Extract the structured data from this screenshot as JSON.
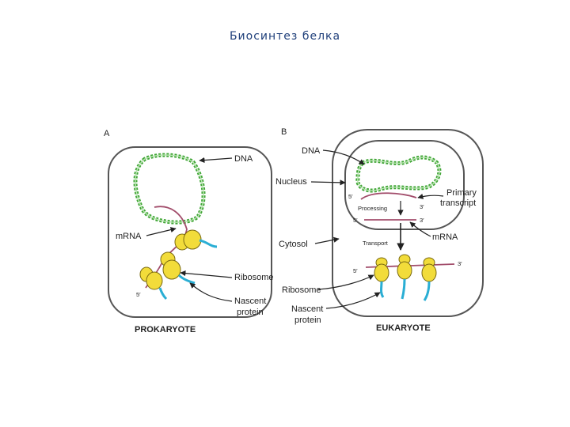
{
  "title": "Биосинтез белка",
  "panels": {
    "a": {
      "letter": "A",
      "caption": "PROKARYOTE",
      "labels": {
        "dna": "DNA",
        "mrna": "mRNA",
        "ribosome": "Ribosome",
        "nascent_protein": [
          "Nascent",
          "protein"
        ],
        "five_prime": "5′"
      }
    },
    "b": {
      "letter": "B",
      "caption": "EUKARYOTE",
      "labels": {
        "dna": "DNA",
        "nucleus": "Nucleus",
        "primary_transcript": [
          "Primary",
          "transcript"
        ],
        "processing": "Processing",
        "mrna": "mRNA",
        "cytosol": "Cytosol",
        "transport": "Transport",
        "ribosome": "Ribosome",
        "nascent_protein": [
          "Nascent",
          "protein"
        ],
        "five_prime_top": "5′",
        "three_prime_top": "3′",
        "five_prime_mid": "5′",
        "three_prime_mid": "3′",
        "five_prime_bottom": "5′",
        "three_prime_bottom": "3′"
      }
    }
  },
  "colors": {
    "dna": "#3fa535",
    "mrna": "#a24d6b",
    "ribosome": "#f2dc3a",
    "ribosome_outline": "#7a6a10",
    "protein": "#2aaed4",
    "membrane": "#555555",
    "title": "#1f3f7a"
  }
}
